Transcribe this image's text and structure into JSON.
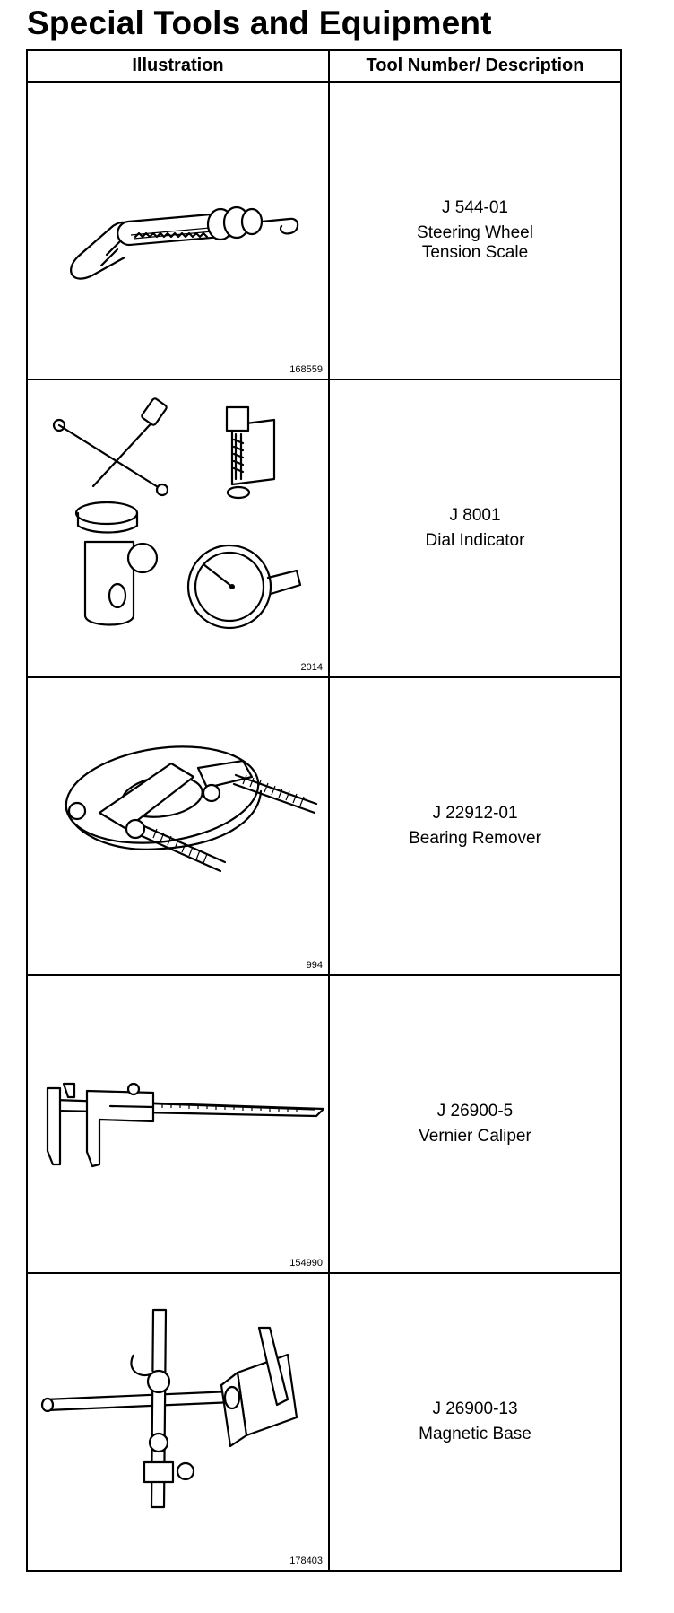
{
  "title": "Special Tools and Equipment",
  "table": {
    "headers": {
      "illustration": "Illustration",
      "description": "Tool Number/ Description"
    },
    "rows": [
      {
        "figure": "168559",
        "number": "J 544-01",
        "name": "Steering Wheel\nTension Scale",
        "icon": "tension-scale-icon"
      },
      {
        "figure": "2014",
        "number": "J 8001",
        "name": "Dial Indicator",
        "icon": "dial-indicator-set-icon"
      },
      {
        "figure": "994",
        "number": "J 22912-01",
        "name": "Bearing Remover",
        "icon": "bearing-remover-icon"
      },
      {
        "figure": "154990",
        "number": "J 26900-5",
        "name": "Vernier Caliper",
        "icon": "vernier-caliper-icon"
      },
      {
        "figure": "178403",
        "number": "J 26900-13",
        "name": "Magnetic Base",
        "icon": "magnetic-base-icon"
      }
    ]
  }
}
